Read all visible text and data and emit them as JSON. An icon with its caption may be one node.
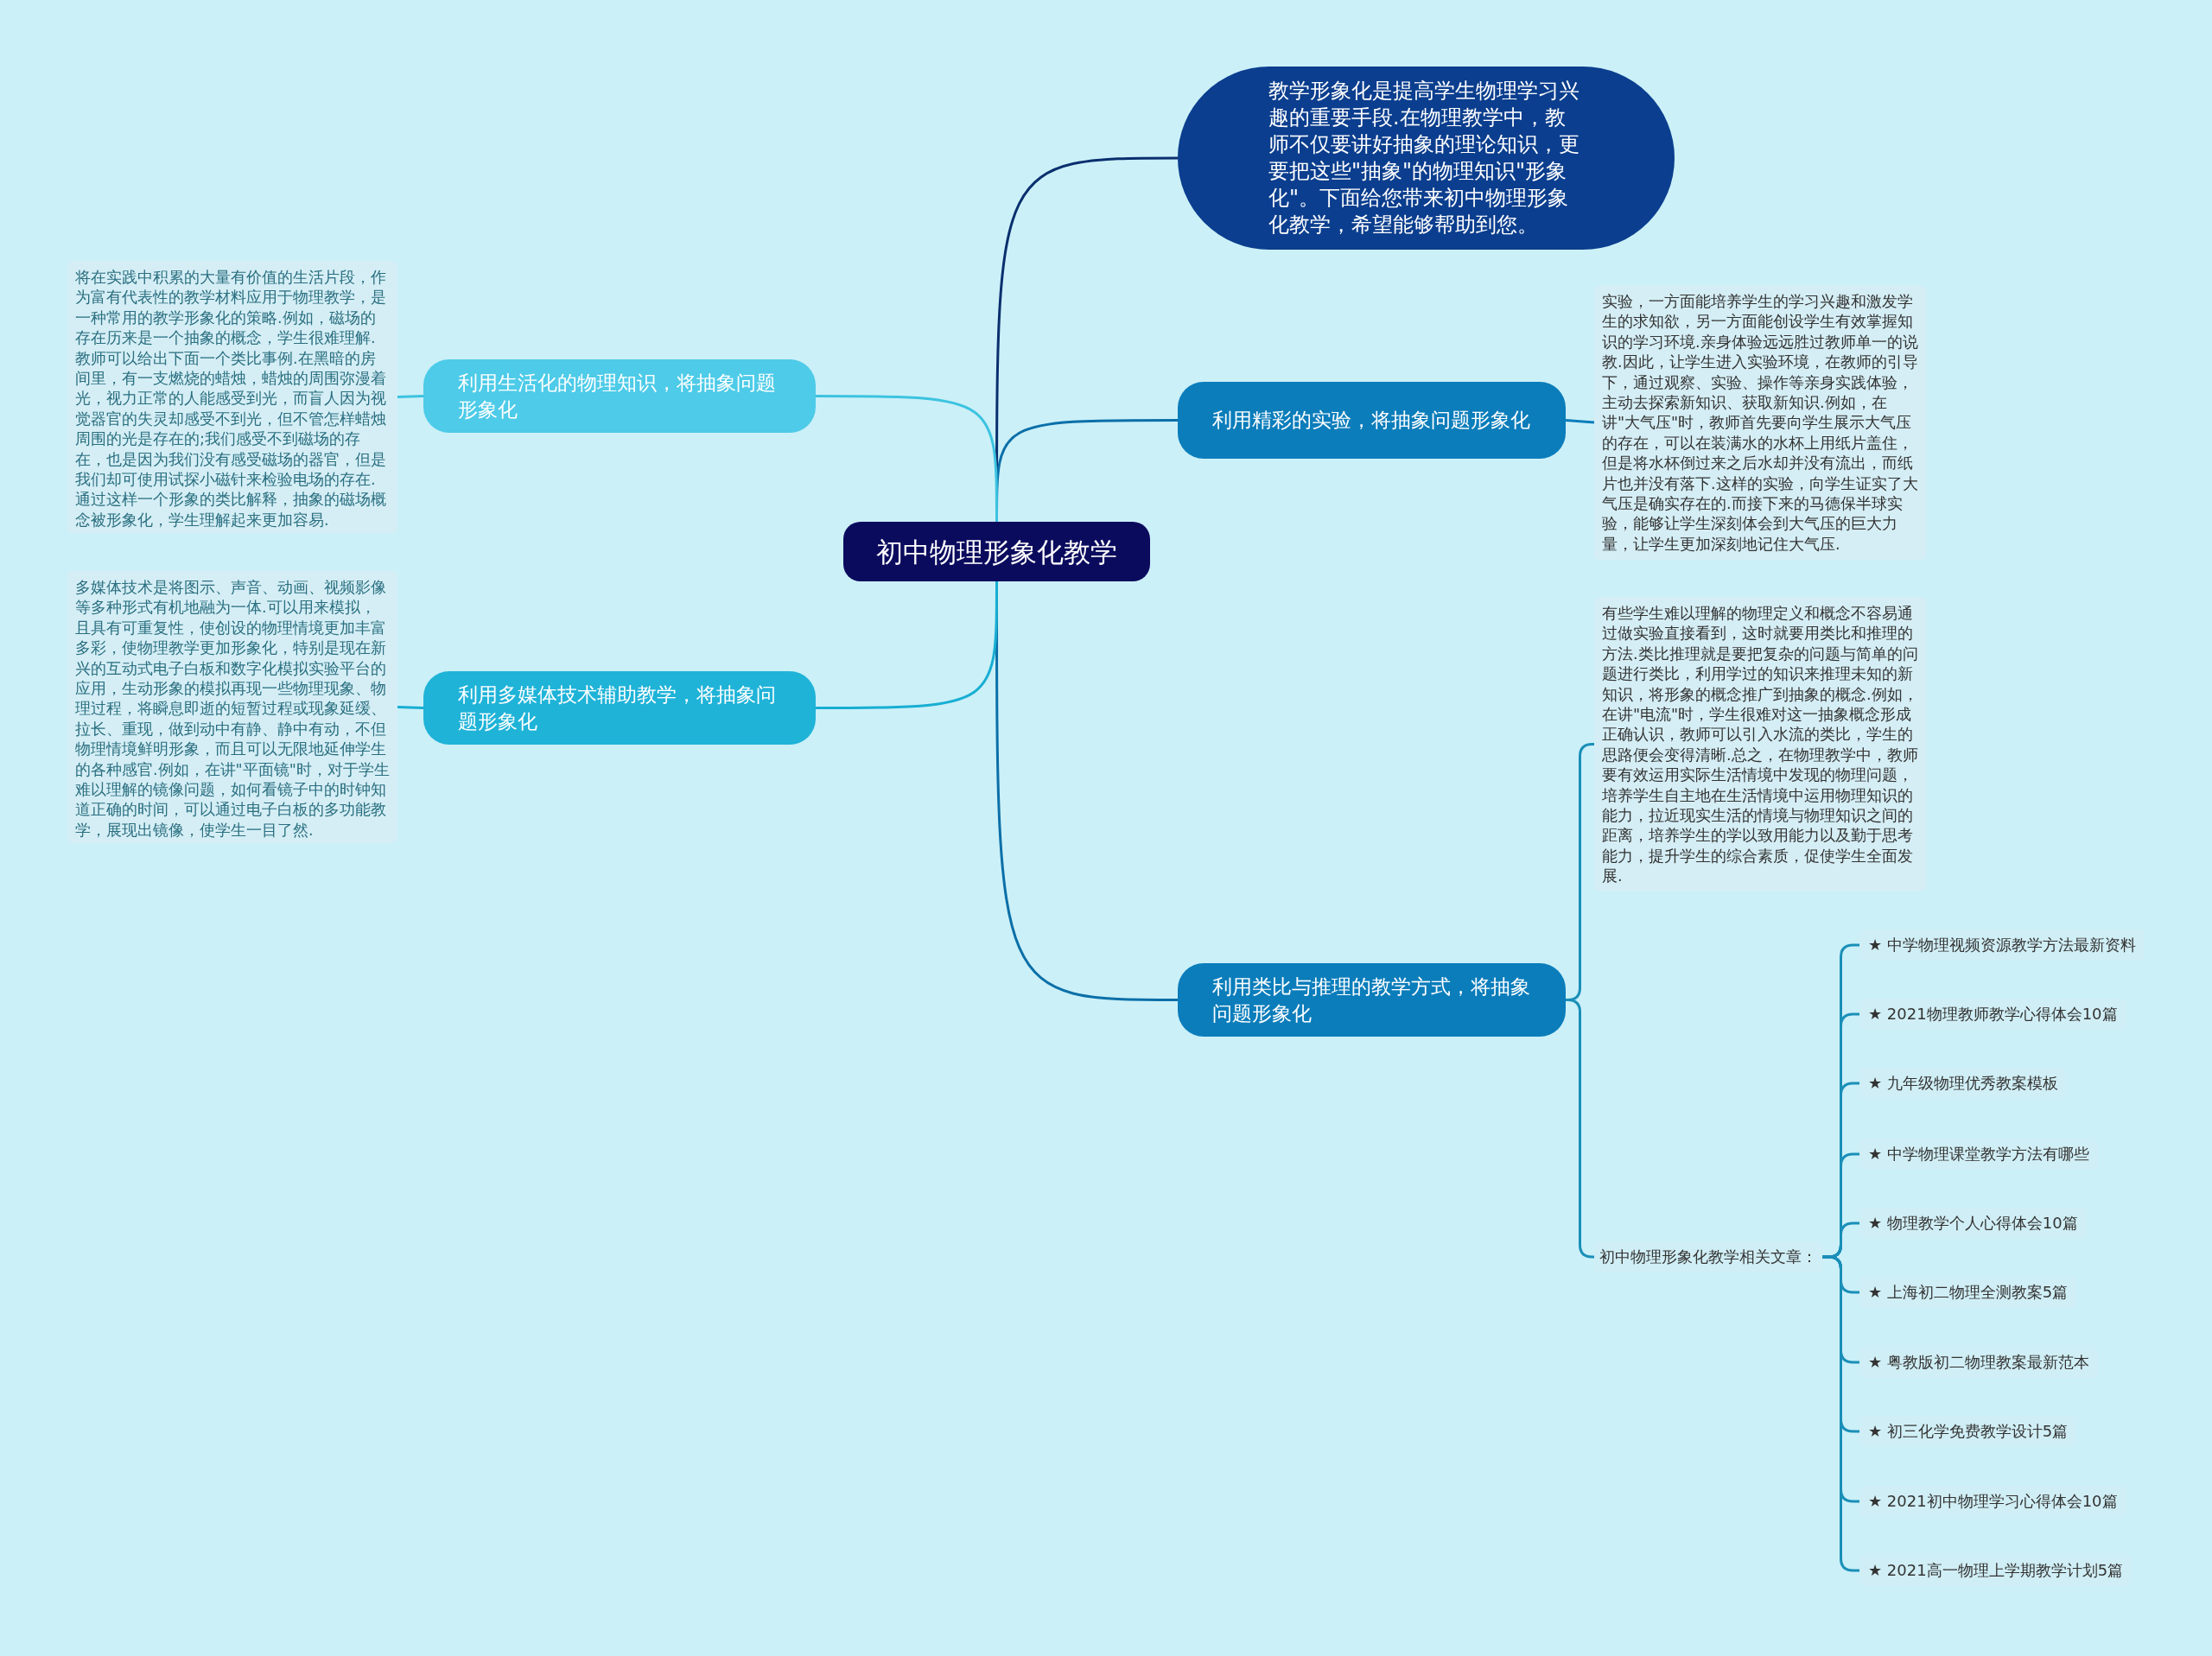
{
  "diagram": {
    "nodes": [
      {
        "text": [
          "初中物理形象化教学"
        ]
      },
      {
        "text": [
          "教学形象化是提高学生物理学习兴趣的重要手段.在物理教学中，教师不仅要讲好抽象的理论知识，更要把这些\"抽象\"的物理知识\"形象化\"。下面给您带来初中物理形象化教学，希望能够帮助到您。"
        ]
      },
      {
        "text": [
          "利用精彩的实验，将抽象问题形象化"
        ]
      },
      {
        "text": [
          "实验，一方面能培养学生的学习兴趣和激发学生的求知欲，另一方面能创设学生有效掌握知识的学习环境.亲身体验远远胜过教师单一的说教.因此，让学生进入实验环境，在教师的引导下，通过观察、实验、操作等亲身实践体验，主动去探索新知识、获取新知识.例如，在讲\"大气压\"时，教师首先要向学生展示大气压的存在，可以在装满水的水杯上用纸片盖住，但是将水杯倒过来之后水却并没有流出，而纸片也并没有落下.这样的实验，向学生证实了大气压是确实存在的.而接下来的马德保半球实验，能够让学生深刻体会到大气压的巨大力量，让学生更加深刻地记住大气压."
        ]
      },
      {
        "text": [
          "利用类比与推理的教学方式，将抽象问题形象化"
        ]
      },
      {
        "text": [
          "有些学生难以理解的物理定义和概念不容易通过做实验直接看到，这时就要用类比和推理的方法.类比推理就是要把复杂的问题与简单的问题进行类比，利用学过的知识来推理未知的新知识，将形象的概念推广到抽象的概念.例如，在讲\"电流\"时，学生很难对这一抽象概念形成正确认识，教师可以引入水流的类比，学生的思路便会变得清晰.总之，在物理教学中，教师要有效运用实际生活情境中发现的物理问题，培养学生自主地在生活情境中运用物理知识的能力，拉近现实生活的情境与物理知识之间的距离，培养学生的学以致用能力以及勤于思考能力，提升学生的综合素质，促使学生全面发展."
        ]
      },
      {
        "text": [
          "初中物理形象化教学相关文章："
        ]
      },
      {
        "text": [
          "★ 中学物理视频资源教学方法最新资料"
        ]
      },
      {
        "text": [
          "★ 2021物理教师教学心得体会10篇"
        ]
      },
      {
        "text": [
          "★ 九年级物理优秀教案模板"
        ]
      },
      {
        "text": [
          "★ 中学物理课堂教学方法有哪些"
        ]
      },
      {
        "text": [
          "★ 物理教学个人心得体会10篇"
        ]
      },
      {
        "text": [
          "★ 上海初二物理全测教案5篇"
        ]
      },
      {
        "text": [
          "★ 粤教版初二物理教案最新范本"
        ]
      },
      {
        "text": [
          "★ 初三化学免费教学设计5篇"
        ]
      },
      {
        "text": [
          "★ 2021初中物理学习心得体会10篇"
        ]
      },
      {
        "text": [
          "★ 2021高一物理上学期教学计划5篇"
        ]
      },
      {
        "text": [
          "利用生活化的物理知识，将抽象问题形象化"
        ]
      },
      {
        "text": [
          "将在实践中积累的大量有价值的生活片段，作为富有代表性的教学材料应用于物理教学，是一种常用的教学形象化的策略.例如，磁场的存在历来是一个抽象的概念，学生很难理解.教师可以给出下面一个类比事例.在黑暗的房间里，有一支燃烧的蜡烛，蜡烛的周围弥漫着光，视力正常的人能感受到光，而盲人因为视觉器官的失灵却感受不到光，但不管怎样蜡烛周围的光是存在的;我们感受不到磁场的存在，也是因为我们没有感受磁场的器官，但是我们却可使用试探小磁针来检验电场的存在.通过这样一个形象的类比解释，抽象的磁场概念被形象化，学生理解起来更加容易."
        ]
      },
      {
        "text": [
          "利用多媒体技术辅助教学，将抽象问题形象化"
        ]
      },
      {
        "text": [
          "多媒体技术是将图示、声音、动画、视频影像等多种形式有机地融为一体.可以用来模拟，且具有可重复性，使创设的物理情境更加丰富多彩，使物理教学更加形象化，特别是现在新兴的互动式电子白板和数字化模拟实验平台的应用，生动形象的模拟再现一些物理现象、物理过程，将瞬息即逝的短暂过程或现象延缓、拉长、重现，做到动中有静、静中有动，不但物理情境鲜明形象，而且可以无限地延伸学生的各种感官.例如，在讲\"平面镜\"时，对于学生难以理解的镜像问题，如何看镜子中的时钟知道正确的时间，可以通过电子白板的多功能教学，展现出镜像，使学生一目了然."
        ]
      }
    ],
    "edges": [
      {
        "from": 0,
        "to": 1,
        "arrow": "none",
        "color": "#0a2f6e"
      },
      {
        "from": 0,
        "to": 2,
        "arrow": "none"
      },
      {
        "from": 2,
        "to": 3,
        "arrow": "none"
      },
      {
        "from": 0,
        "to": 4,
        "arrow": "none"
      },
      {
        "from": 4,
        "to": 5,
        "arrow": "none"
      },
      {
        "from": 4,
        "to": 6,
        "arrow": "none"
      },
      {
        "from": 6,
        "to": 7,
        "arrow": "none"
      },
      {
        "from": 6,
        "to": 8,
        "arrow": "none"
      },
      {
        "from": 6,
        "to": 9,
        "arrow": "none"
      },
      {
        "from": 6,
        "to": 10,
        "arrow": "none"
      },
      {
        "from": 6,
        "to": 11,
        "arrow": "none"
      },
      {
        "from": 6,
        "to": 12,
        "arrow": "none"
      },
      {
        "from": 6,
        "to": 13,
        "arrow": "none"
      },
      {
        "from": 6,
        "to": 14,
        "arrow": "none"
      },
      {
        "from": 6,
        "to": 15,
        "arrow": "none"
      },
      {
        "from": 6,
        "to": 16,
        "arrow": "none"
      },
      {
        "from": 0,
        "to": 17,
        "arrow": "none",
        "color": "#3cc3e0"
      },
      {
        "from": 17,
        "to": 18,
        "arrow": "none",
        "color": "#3cc3e0"
      },
      {
        "from": 0,
        "to": 19,
        "arrow": "none",
        "color": "#18aed2"
      },
      {
        "from": 19,
        "to": 20,
        "arrow": "none",
        "color": "#18aed2"
      }
    ]
  }
}
